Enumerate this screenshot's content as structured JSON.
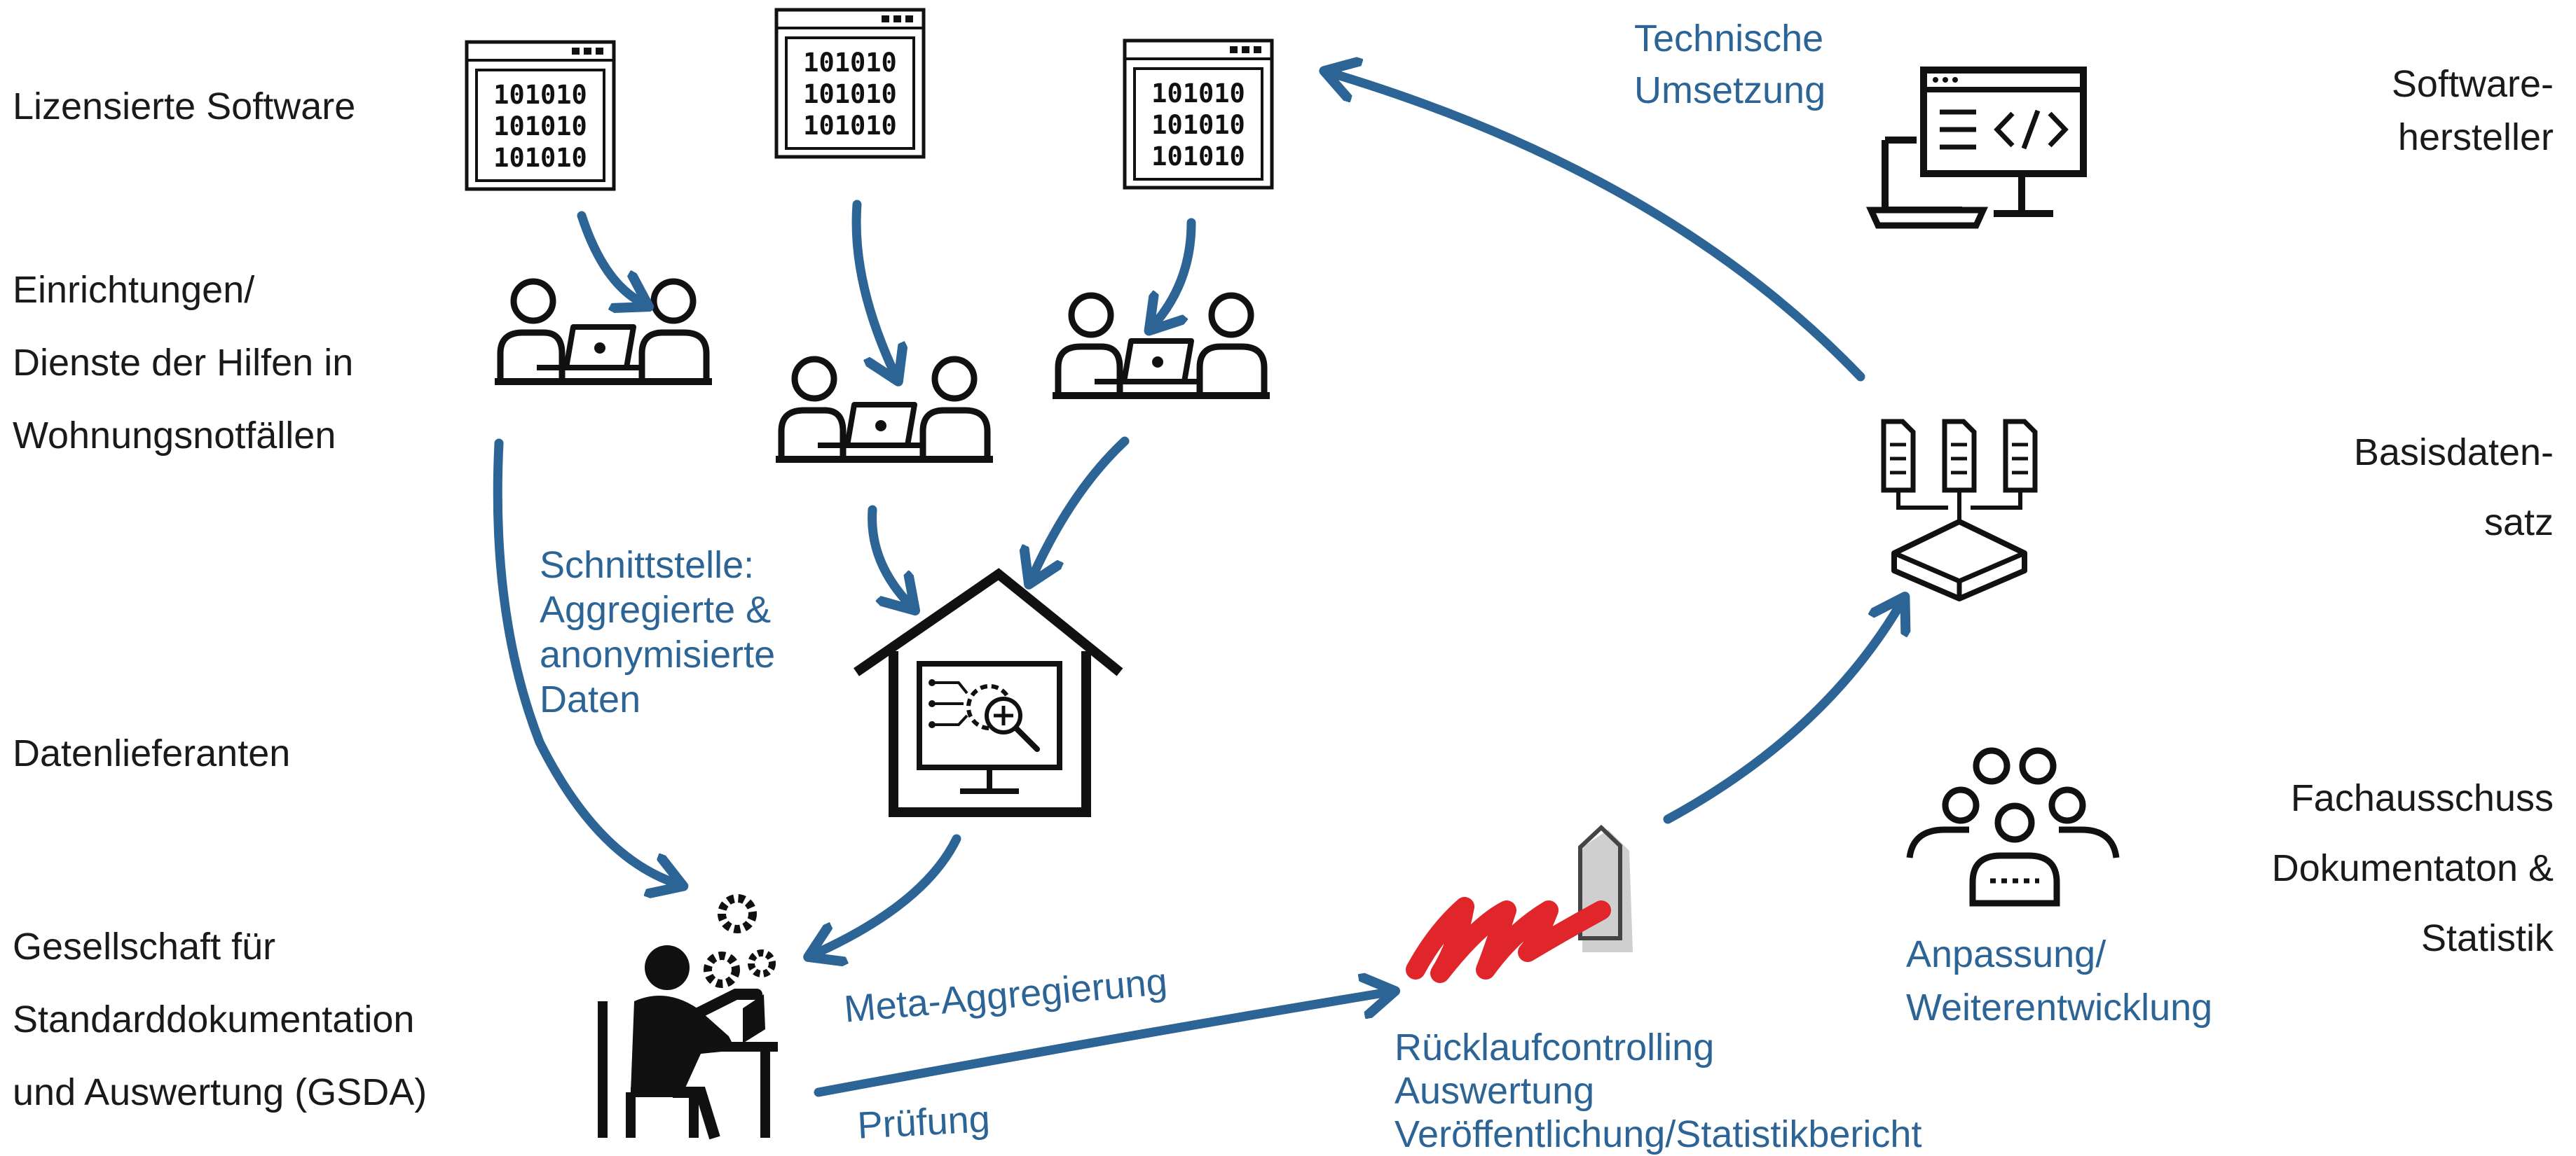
{
  "colors": {
    "arrow_blue": "#2c6496",
    "label_blue": "#2c6496",
    "black": "#111111",
    "red_mark": "#e0262a",
    "gray_doc": "#cfcfcf"
  },
  "rows": {
    "software": "Lizensierte Software",
    "institutions": [
      "Einrichtungen/",
      "Dienste der Hilfen in",
      "Wohnungsnotfällen"
    ],
    "suppliers": "Datenlieferanten",
    "gsda": [
      "Gesellschaft für",
      "Standarddokumentation",
      "und Auswertung (GSDA)"
    ]
  },
  "roles": {
    "vendor": [
      "Software-",
      "hersteller"
    ],
    "dataset": [
      "Basisdaten-",
      "satz"
    ],
    "committee": [
      "Fachausschuss",
      "Dokumentaton &",
      "Statistik"
    ]
  },
  "annotations": {
    "technical": [
      "Technische",
      "Umsetzung"
    ],
    "interface": [
      "Schnittstelle:",
      "Aggregierte &",
      "anonymisierte",
      "Daten"
    ],
    "meta": "Meta-Aggregierung",
    "check": "Prüfung",
    "return": [
      "Rücklaufcontrolling",
      "Auswertung",
      "Veröffentlichung/Statistikbericht"
    ],
    "adjust": [
      "Anpassung/",
      "Weiterentwicklung"
    ]
  },
  "binary_code": [
    "101010",
    "101010",
    "101010"
  ],
  "icons": {
    "software_windows": "binary-code-window-icon",
    "teams": "people-at-laptop-icon",
    "hub": "house-with-analytics-monitor-icon",
    "worker": "person-at-desk-with-gears-icon",
    "vendor": "laptop-and-code-monitor-icon",
    "dataset": "documents-into-database-icon",
    "committee": "group-of-people-icon",
    "signature": "signed-document-icon"
  }
}
